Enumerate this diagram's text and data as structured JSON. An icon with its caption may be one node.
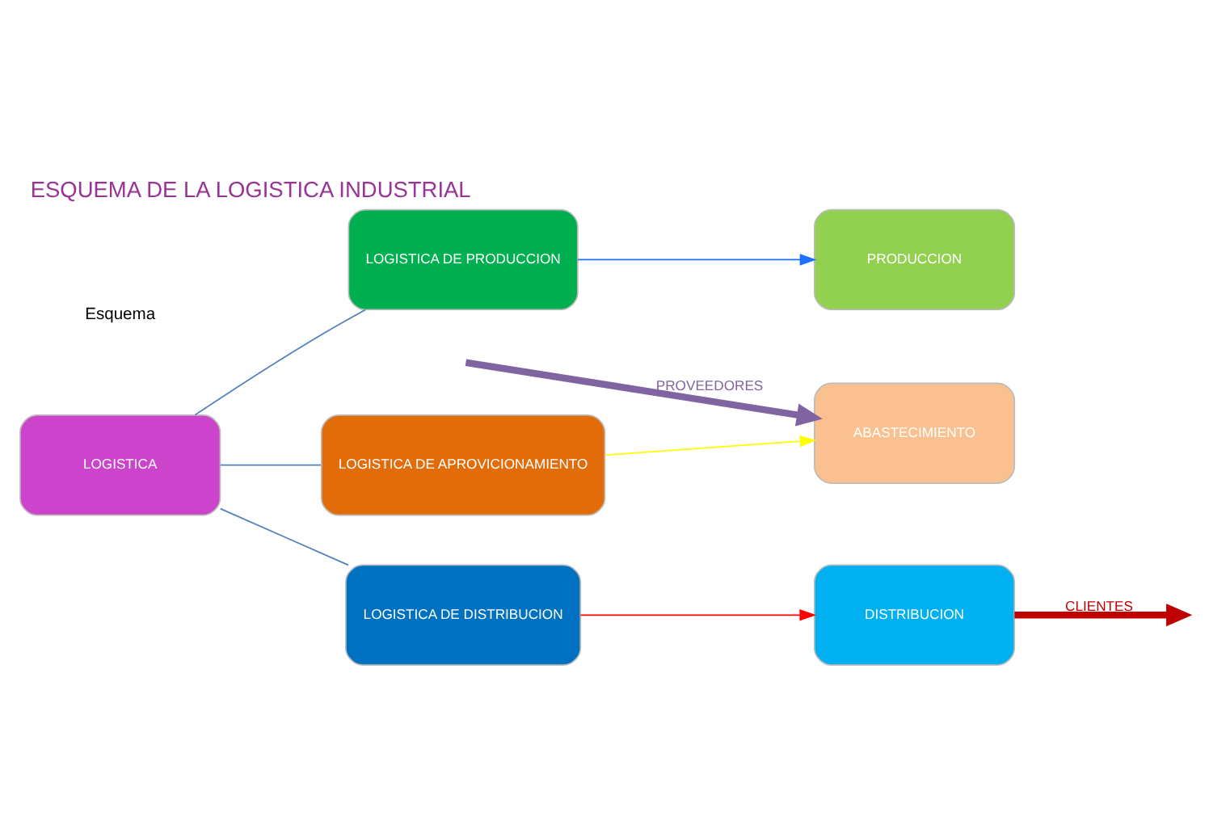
{
  "diagram": {
    "title": "ESQUEMA DE LA LOGISTICA INDUSTRIAL",
    "caption": "Esquema",
    "nodes": [
      {
        "text": [
          "LOGISTICA"
        ]
      },
      {
        "text": [
          "LOGISTICA DE APROVICIONAMIENTO"
        ]
      },
      {
        "text": [
          "ABASTECIMIENTO"
        ]
      },
      {
        "text": [
          "LOGISTICA DE PRODUCCION"
        ]
      },
      {
        "text": [
          "PRODUCCION"
        ]
      },
      {
        "text": [
          "LOGISTICA DE DISTRIBUCION"
        ]
      },
      {
        "text": [
          "DISTRIBUCION"
        ]
      }
    ],
    "edges": [
      {
        "from": 0,
        "to": 1,
        "arrow": "none",
        "color": "#4f81bd"
      },
      {
        "from": 0,
        "to": 3,
        "arrow": "none",
        "color": "#4f81bd"
      },
      {
        "from": 0,
        "to": 5,
        "arrow": "none",
        "color": "#4f81bd"
      },
      {
        "from": 1,
        "to": 2,
        "arrow": "to",
        "color": "#ffff00"
      },
      {
        "from": 3,
        "to": 4,
        "arrow": "to",
        "color": "#1f6fff"
      },
      {
        "from": 5,
        "to": 6,
        "arrow": "to",
        "color": "#ff0000"
      },
      {
        "from": null,
        "to": 2,
        "arrow": "to",
        "style": "thick",
        "color": "#8064a2",
        "label": "PROVEEDORES"
      },
      {
        "from": 6,
        "to": null,
        "arrow": "to",
        "style": "thick",
        "color": "#c00000",
        "label": "CLIENTES"
      }
    ]
  }
}
